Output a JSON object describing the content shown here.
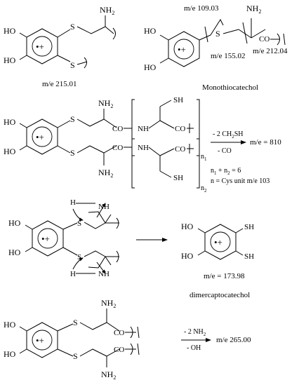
{
  "labels": {
    "ho": "HO",
    "s": "S",
    "nh2": "NH",
    "sub2": "2",
    "nh": "NH",
    "sh": "SH",
    "co": "CO",
    "h": "H",
    "radical": "•+",
    "n_letter": "n",
    "sub1": "1"
  },
  "panel1": {
    "mass_left": "m/e 215.01",
    "mass_top": "m/e 109.03",
    "mass_mid": "m/e 155.02",
    "mass_right": "m/e 212.04",
    "name_right": "Monothiocatechol"
  },
  "panel2": {
    "loss_top": "- 2 CH",
    "loss_top_sub": "2",
    "loss_top_tail": "SH",
    "loss_bottom": "- CO",
    "result": "m/e = 810",
    "note1_a": "n",
    "note1_b": " + n",
    "note1_c": " = 6",
    "note2": "n = Cys unit m/e 103"
  },
  "panel3": {
    "mass": "m/e = 173.98",
    "name": "dimercaptocatechol"
  },
  "panel4": {
    "loss_top": "- 2 NH",
    "loss_top_sub": "2",
    "loss_bottom": "- OH",
    "result": "m/e 265.00"
  }
}
